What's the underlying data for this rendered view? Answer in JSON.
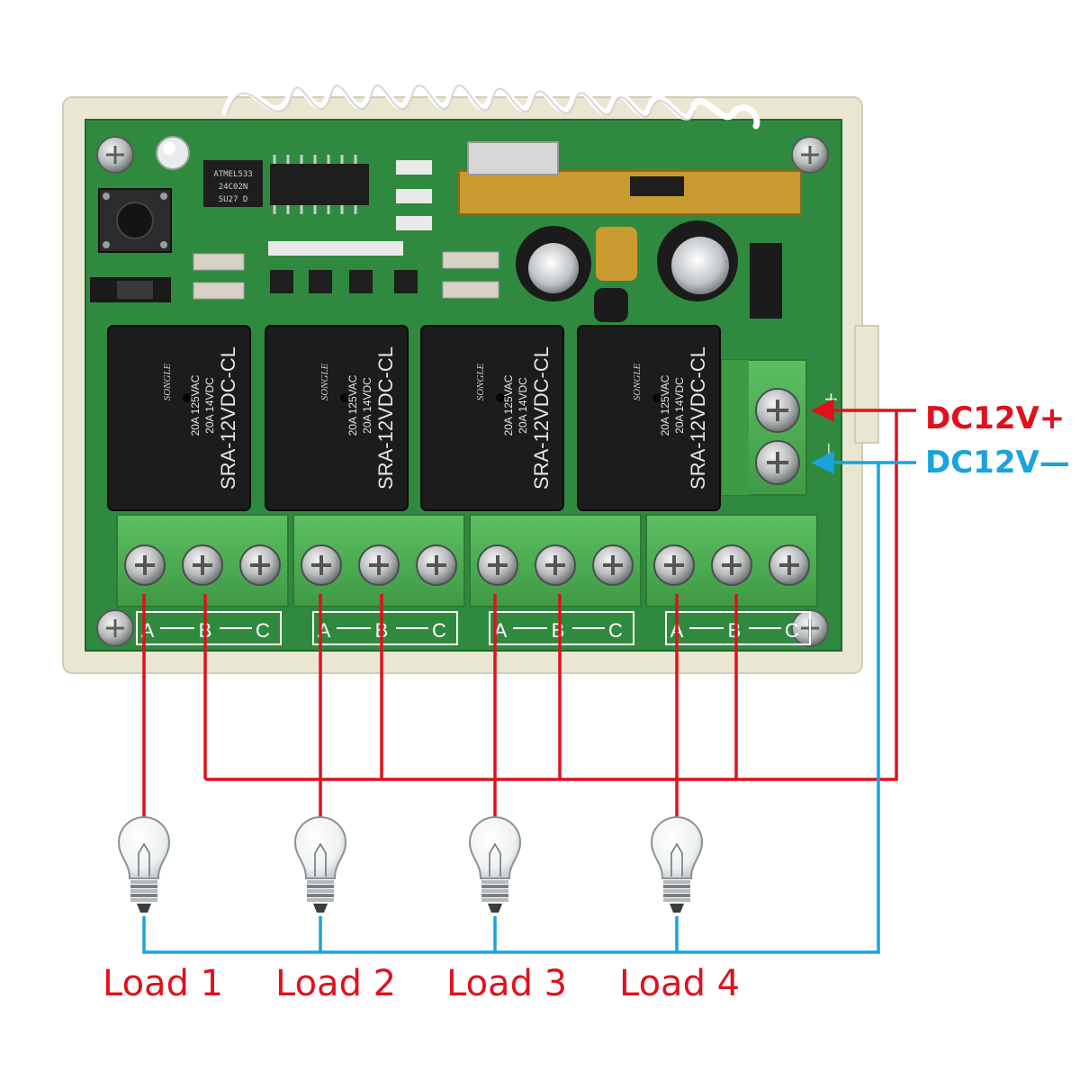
{
  "colors": {
    "positive_wire": "#e0101c",
    "negative_wire": "#1aa3dc",
    "pcb": "#2e8b3e",
    "terminal_block": "#4caf50",
    "relay": "#1c1c1c",
    "case": "#ecebd8"
  },
  "power": {
    "positive_label": "DC12V+",
    "negative_label": "DC12V—",
    "terminal_plus_mark": "+",
    "terminal_minus_mark": "—"
  },
  "relays": [
    {
      "model": "SRA-12VDC-CL",
      "brand": "SONGLE",
      "rating1": "20A 14VDC",
      "rating2": "20A 125VAC"
    },
    {
      "model": "SRA-12VDC-CL",
      "brand": "SONGLE",
      "rating1": "20A 14VDC",
      "rating2": "20A 125VAC"
    },
    {
      "model": "SRA-12VDC-CL",
      "brand": "SONGLE",
      "rating1": "20A 14VDC",
      "rating2": "20A 125VAC"
    },
    {
      "model": "SRA-12VDC-CL",
      "brand": "SONGLE",
      "rating1": "20A 14VDC",
      "rating2": "20A 125VAC"
    }
  ],
  "terminal_labels": [
    {
      "a": "A",
      "b": "B",
      "c": "C"
    },
    {
      "a": "A",
      "b": "B",
      "c": "C"
    },
    {
      "a": "A",
      "b": "B",
      "c": "C"
    },
    {
      "a": "A",
      "b": "B",
      "c": "C"
    }
  ],
  "chip_text": {
    "line1": "ATMEL533",
    "line2": "24C02N",
    "line3": "SU27 D"
  },
  "loads": [
    {
      "label": "Load 1",
      "icon": "light-bulb-icon"
    },
    {
      "label": "Load 2",
      "icon": "light-bulb-icon"
    },
    {
      "label": "Load 3",
      "icon": "light-bulb-icon"
    },
    {
      "label": "Load 4",
      "icon": "light-bulb-icon"
    }
  ]
}
